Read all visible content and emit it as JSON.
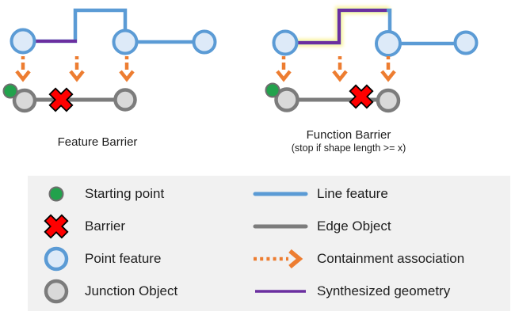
{
  "diagrams": [
    {
      "title": "Feature Barrier"
    },
    {
      "title": "Function Barrier",
      "subtitle": "(stop if shape length >= x)"
    }
  ],
  "legend": {
    "left": [
      {
        "icon": "starting-point-icon",
        "label": "Starting point"
      },
      {
        "icon": "barrier-icon",
        "label": "Barrier"
      },
      {
        "icon": "point-feature-icon",
        "label": "Point feature"
      },
      {
        "icon": "junction-object-icon",
        "label": "Junction Object"
      }
    ],
    "right": [
      {
        "icon": "line-feature-icon",
        "label": "Line feature"
      },
      {
        "icon": "edge-object-icon",
        "label": "Edge Object"
      },
      {
        "icon": "containment-association-icon",
        "label": "Containment association"
      },
      {
        "icon": "synthesized-geometry-icon",
        "label": "Synthesized geometry"
      }
    ]
  },
  "colors": {
    "line_feature": "#5B9BD5",
    "point_fill": "#DDEAF8",
    "edge_object": "#7C7C7C",
    "junction_fill": "#D9D9D9",
    "containment": "#ED7D31",
    "synthesized": "#6B2FA0",
    "synth_glow": "#FAF3A0",
    "starting_point": "#22A24C",
    "barrier": "#FF0000",
    "legend_bg": "#F1F1F1",
    "text": "#1E1E1E"
  }
}
